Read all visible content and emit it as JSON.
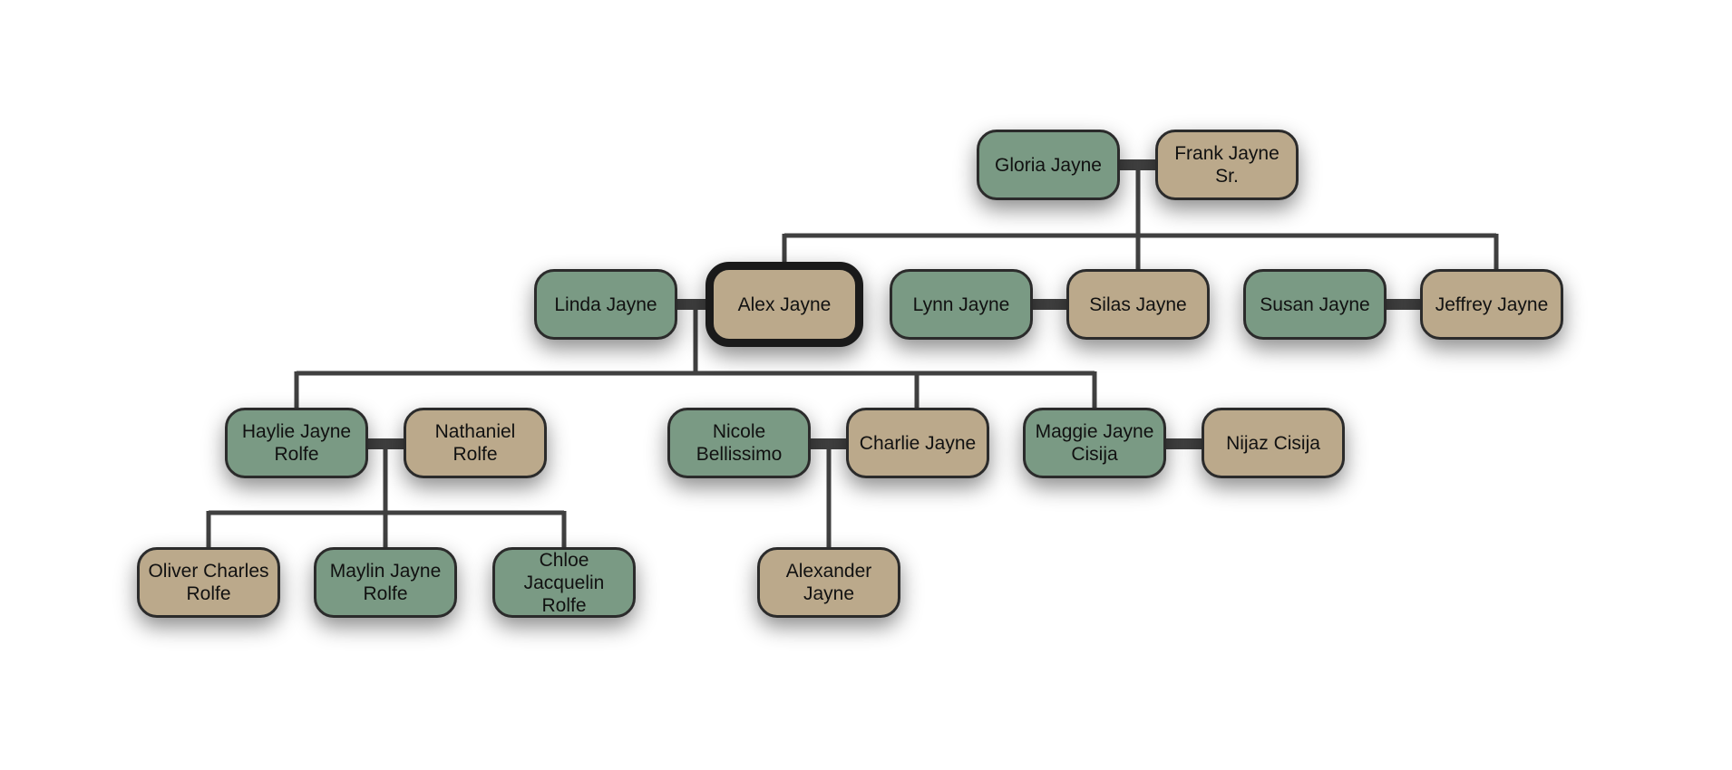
{
  "colors": {
    "female_node": "#7a9a84",
    "male_node": "#bba98b",
    "border": "#2b2b2b",
    "connector": "#404040"
  },
  "people": {
    "gloria": "Gloria Jayne",
    "frank": "Frank Jayne Sr.",
    "linda": "Linda Jayne",
    "alex": "Alex Jayne",
    "lynn": "Lynn Jayne",
    "silas": "Silas Jayne",
    "susan": "Susan Jayne",
    "jeffrey": "Jeffrey Jayne",
    "haylie": "Haylie Jayne Rolfe",
    "nathaniel": "Nathaniel Rolfe",
    "nicole": "Nicole Bellissimo",
    "charlie": "Charlie Jayne",
    "maggie": "Maggie Jayne Cisija",
    "nijaz": "Nijaz Cisija",
    "oliver": "Oliver Charles Rolfe",
    "maylin": "Maylin Jayne Rolfe",
    "chloe": "Chloe Jacquelin Rolfe",
    "alexander": "Alexander Jayne"
  },
  "selected_person": "Alex Jayne"
}
